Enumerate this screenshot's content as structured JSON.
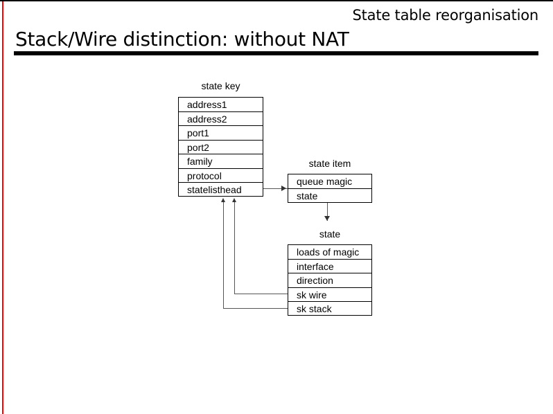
{
  "slide": {
    "subtitle": "State table reorganisation",
    "title": "Stack/Wire distinction: without NAT"
  },
  "diagram": {
    "boxes": [
      {
        "id": "state-key",
        "label": "state key",
        "rows": [
          "address1",
          "address2",
          "port1",
          "port2",
          "family",
          "protocol",
          "statelisthead"
        ]
      },
      {
        "id": "state-item",
        "label": "state item",
        "rows": [
          "queue magic",
          "state"
        ]
      },
      {
        "id": "state",
        "label": "state",
        "rows": [
          "loads of magic",
          "interface",
          "direction",
          "sk wire",
          "sk stack"
        ]
      }
    ]
  },
  "colors": {
    "margin_rule": "#ff0000",
    "text": "#000000",
    "connector": "#555555",
    "background": "#ffffff"
  }
}
